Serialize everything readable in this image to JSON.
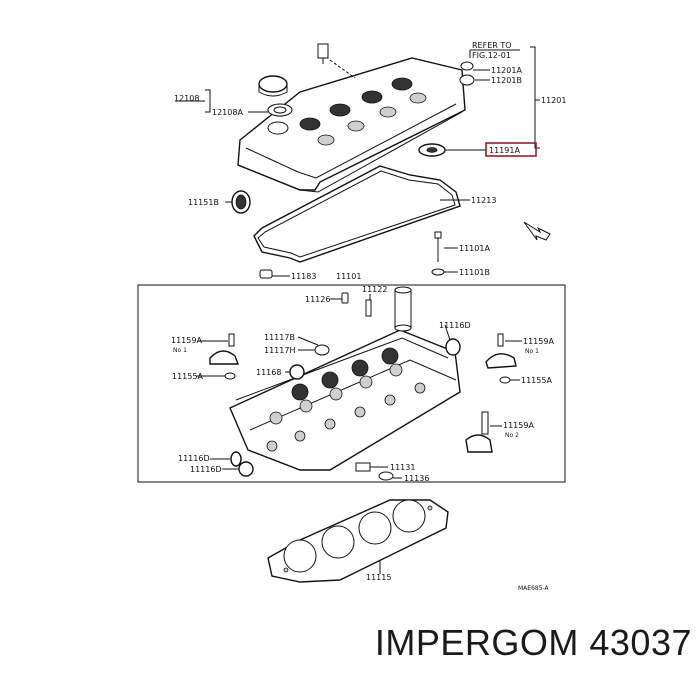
{
  "labels": {
    "refer_to": "REFER TO",
    "fig_ref": "FIG.12-01",
    "p11201A": "11201A",
    "p11201B": "11201B",
    "p11201": "11201",
    "p12108": "12108",
    "p12108A": "12108A",
    "p11191A": "11191A",
    "p11151B": "11151B",
    "p11213": "11213",
    "p11101A": "11101A",
    "p11101B": "11101B",
    "p11183": "11183",
    "p11101": "11101",
    "p11126": "11126",
    "p11122": "11122",
    "p11116D": "11116D",
    "p11159A_left": "11159A",
    "no1_left": "No 1",
    "p11117B": "11117B",
    "p11117H": "11117H",
    "p11155A_left": "11155A",
    "p11168": "11168",
    "p11159A_right": "11159A",
    "no1_right": "No 1",
    "p11155A_right": "11155A",
    "p11159A_right2": "11159A",
    "no2_right": "No 2",
    "p11116D_bottom": "11116D",
    "p11116D_bottom2": "11116D",
    "p11131": "11131",
    "p11136": "11136",
    "p11115": "11115",
    "diagram_code": "MAE685-A"
  },
  "brand": {
    "text": "IMPERGOM 43037"
  },
  "colors": {
    "highlight_box": "#9a1c2c",
    "line": "#111111"
  }
}
